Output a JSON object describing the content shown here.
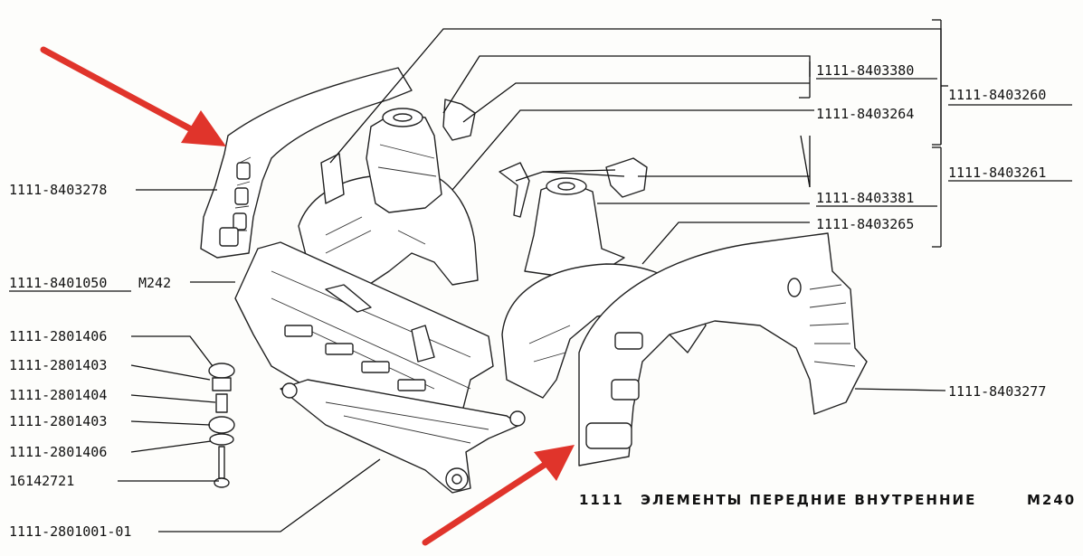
{
  "caption": {
    "model": "1111",
    "title": "ЭЛЕМЕНТЫ ПЕРЕДНИЕ ВНУТРЕННИЕ",
    "code": "M240"
  },
  "labels": {
    "p8403380": "1111-8403380",
    "p8403264": "1111-8403264",
    "p8403260": "1111-8403260",
    "p8403278": "1111-8403278",
    "p8403261": "1111-8403261",
    "p8403381": "1111-8403381",
    "p8403265": "1111-8403265",
    "p8401050": "1111-8401050",
    "p8401050_code": "M242",
    "p2801406a": "1111-2801406",
    "p2801403a": "1111-2801403",
    "p2801404": "1111-2801404",
    "p2801403b": "1111-2801403",
    "p2801406b": "1111-2801406",
    "p16142721": "16142721",
    "p2801001": "1111-2801001-01",
    "p8403277": "1111-8403277"
  },
  "colors": {
    "arrow": "#e0342b",
    "ink": "#111111"
  }
}
